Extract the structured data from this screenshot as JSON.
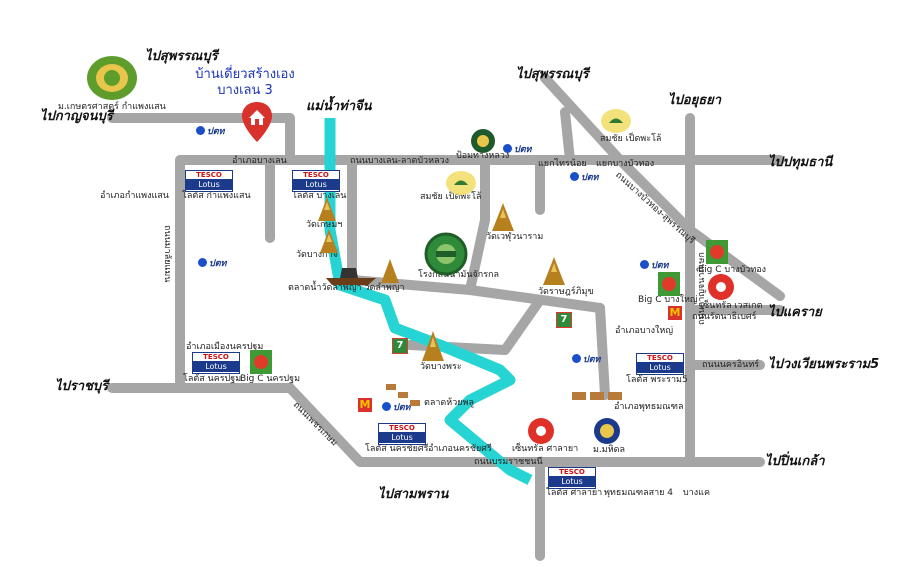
{
  "header": {
    "line1": "บ้านเดี่ยวสร้างเอง",
    "line2": "บางเลน 3"
  },
  "directions": {
    "suphan_left": "ไปสุพรรณบุรี",
    "kanchanaburi": "ไปกาญจนบุรี",
    "suphan_mid": "ไปสุพรรณบุรี",
    "ayutthaya": "ไปอยุธยา",
    "pathum": "ไปปทุมธานี",
    "khae_rai": "ไปแคราย",
    "wongwian": "ไปวงเวียนพระราม5",
    "ratchaburi": "ไปราชบุรี",
    "pinklao": "ไปปิ่นเกล้า",
    "samphran": "ไปสามพราน",
    "tha_chin": "แม่น้ำท่าจีน"
  },
  "places": {
    "kaset": "ม.เกษตรศาสตร์ กำแพงแสน",
    "amphoe_banglen": "อำเภอบางเลน",
    "lotus_banglen": "โลตัส บางเลน",
    "amphoe_kamphaeng": "อำเภอกำแพงแสน",
    "lotus_kamphaeng": "โลตัส กำแพงแสน",
    "wat_kaew": "วัดเกษมฯ",
    "wat_bangkha": "วัดบางกาจี",
    "bang_luang": "ป้อมทางหลวง",
    "somchai_1": "สมชัย เป็ดพะโล้",
    "somchai_2": "สมชัย เป็ดพะโล้",
    "sam_yaek": "แยกไทรน้อย",
    "sam_yaek2": "แยกบางบัวทอง",
    "wat_wiset": "วัดเวฬุวนาราม",
    "rong_klang": "โรงกลั่นน้ำมันจักรกล",
    "talat_nam": "ตลาดน้ำวัดลำพญา วัดลำพญา",
    "wat_rai_king": "วัดราษฎร์ภิมุข",
    "bigc_bangbuathong": "Big C บางบัวทอง",
    "bigc_bangyai": "Big C บางใหญ่",
    "central_west": "เซ็นทรัล เวสเกต",
    "rattanathibet": "ถนนรัตนาธิเบศร์",
    "amphoe_bangyai": "อำเภอบางใหญ่",
    "amphoe_nakhon": "อำเภอเมืองนครปฐม",
    "lotus_nakhon": "โลตัส นครปฐม",
    "bigc_nakhon": "Big C นครปฐม",
    "wat_bangphra": "วัดบางพระ",
    "lotus_praram": "โลตัส พระราม5",
    "kanchana_road": "ถนนกาญจนาภิเษก",
    "talat_huay": "ตลาดห้วยพลู",
    "amphoe_phutthamonthon": "อำเภอพุทธมณฑล",
    "lotus_nakhonchaisri": "โลตัส นครชัยศรี",
    "amphoe_nakhonchaisri": "อำเภอนครชัยศรี",
    "central_salaya": "เซ็นทรัล ศาลายา",
    "mahidol": "ม.มหิดล",
    "borommaratchachonnani": "ถนนบรมราชชนนี",
    "lotus_salaya": "โลตัส ศาลายา",
    "phutthamonthon4": "พุทธมณฑลสาย 4",
    "bang_khae": "บางแค",
    "phetkasem": "ถนนเพชรเกษม",
    "road_banglen": "ถนนบางเลน-ลาดบัวหลวง",
    "road_malai": "ถนนมาลัยแมน",
    "road_bangbuathong": "ถนนบางบัวทอง-สุพรรณบุรี",
    "road_kanchana_r": "ถนนกาญจนาภิเษก",
    "road_nakhon_in": "ถนนนครอินทร์"
  },
  "brands": {
    "tesco_top": "TESCO",
    "tesco_bottom": "Lotus",
    "ptt": "ปตท",
    "mcd": "M",
    "seven": "7"
  },
  "colors": {
    "road": "#a6a6a6",
    "river": "#27d4d4",
    "pin": "#d9312b",
    "accent_blue": "#1a33b8"
  }
}
